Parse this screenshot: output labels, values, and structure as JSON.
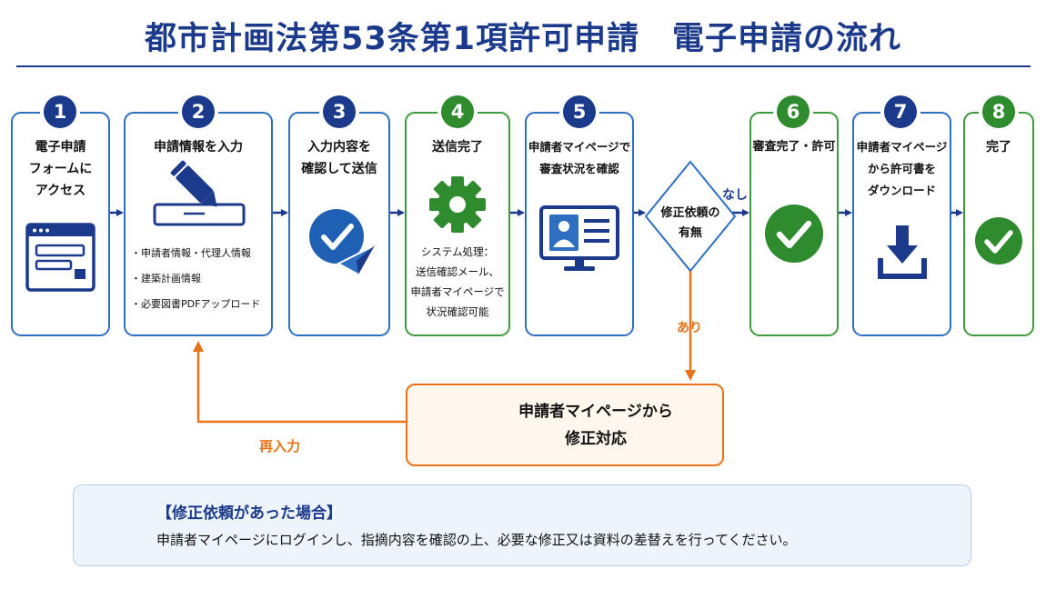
{
  "title": "都市計画法第53条第1項許可申請　電子申請の流れ",
  "colors": {
    "navy": "#1c3a8c",
    "blue": "#2f6fc1",
    "green": "#2e8b2e",
    "orange": "#e8731a"
  },
  "steps": [
    {
      "number": "1",
      "title": "電子申請\nフォームに\nアクセス",
      "icon": "browser-form-icon"
    },
    {
      "number": "2",
      "title": "申請情報を入力",
      "icon": "pencil-form-icon",
      "bullets": [
        "・申請者情報・代理人情報",
        "・建築計画情報",
        "・必要図書PDFアップロード"
      ]
    },
    {
      "number": "3",
      "title": "入力内容を\n確認して送信",
      "icon": "check-send-icon"
    },
    {
      "number": "4",
      "title": "送信完了",
      "icon": "gear-icon",
      "note": "システム処理：\n送信確認メール、\n申請者マイページで\n状況確認可能"
    },
    {
      "number": "5",
      "title": "申請者マイページで\n審査状況を確認",
      "icon": "monitor-profile-icon"
    },
    {
      "number": "6",
      "title": "審査完了・許可",
      "icon": "check-circle-icon"
    },
    {
      "number": "7",
      "title": "申請者マイページ\nから許可書を\nダウンロード",
      "icon": "download-icon"
    },
    {
      "number": "8",
      "title": "完了",
      "icon": "check-circle-icon"
    }
  ],
  "decision": {
    "label": "修正依頼の\n有無",
    "no_label": "なし",
    "yes_label": "あり"
  },
  "correction": {
    "title": "申請者マイページから\n修正対応",
    "icon": "monitor-edit-icon"
  },
  "reentry_label": "再入力",
  "info": {
    "icon": "info-icon",
    "title": "【修正依頼があった場合】",
    "body": "申請者マイページにログインし、指摘内容を確認の上、必要な修正又は資料の差替えを行ってください。"
  }
}
